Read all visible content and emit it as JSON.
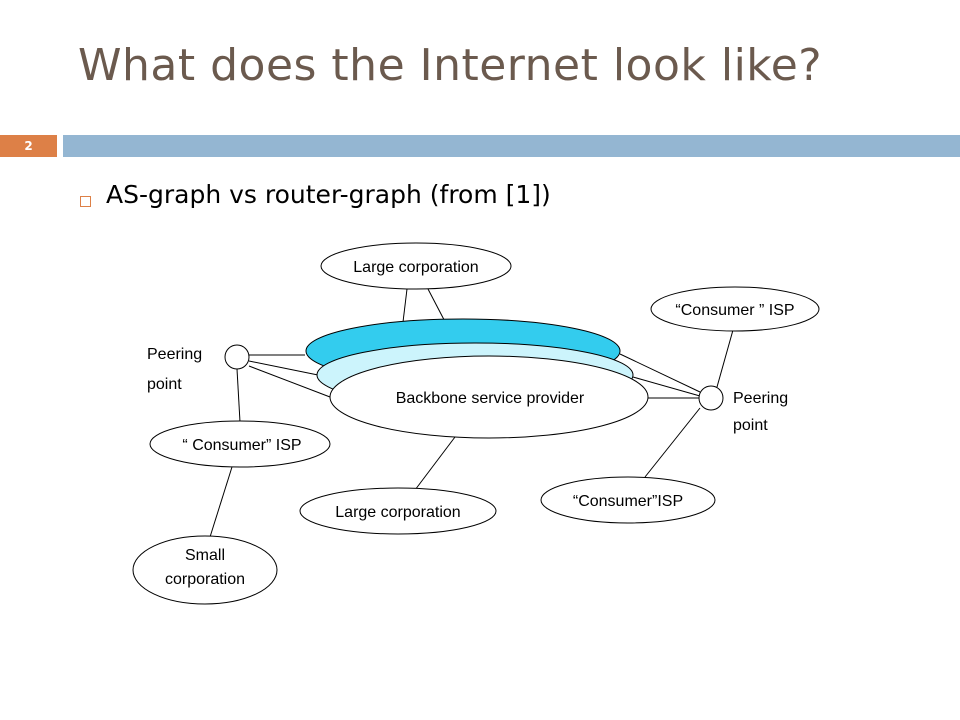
{
  "slide": {
    "title": "What does the Internet look like?",
    "number": "2",
    "bullet": "AS-graph vs router-graph (from [1])"
  },
  "diagram": {
    "nodes": {
      "backbone": "Backbone service provider",
      "large_corp_top": "Large corporation",
      "large_corp_bottom": "Large corporation",
      "consumer_isp_top_right": "“Consumer ” ISP",
      "consumer_isp_left": "“ Consumer” ISP",
      "consumer_isp_bottom_right": "“Consumer”ISP",
      "small_corp_line1": "Small",
      "small_corp_line2": "corporation",
      "peering_left_line1": "Peering",
      "peering_left_line2": "point",
      "peering_right_line1": "Peering",
      "peering_right_line2": "point"
    },
    "colors": {
      "backbone_layer_top": "#33ccee",
      "backbone_layer_middle": "#ccf4fc",
      "backbone_layer_front": "#ffffff"
    }
  }
}
